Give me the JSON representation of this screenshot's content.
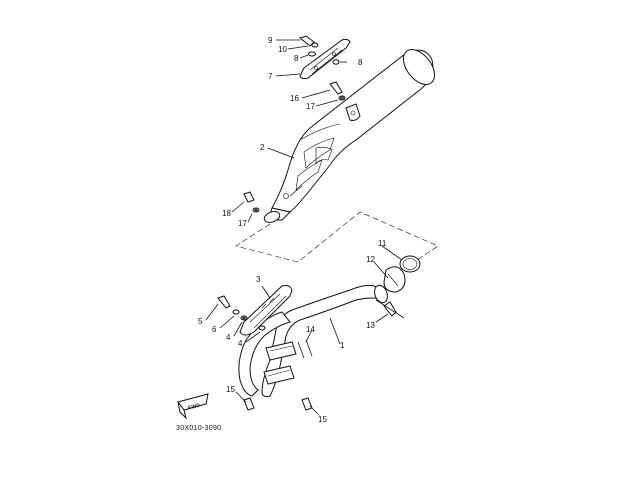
{
  "diagram_code": "30X010-3090",
  "fwd_label": "FWD",
  "callouts": {
    "c9": "9",
    "c10": "10",
    "c8a": "8",
    "c8b": "8",
    "c7": "7",
    "c16": "16",
    "c17a": "17",
    "c2": "2",
    "c18": "18",
    "c17b": "17",
    "c11": "11",
    "c12": "12",
    "c13": "13",
    "c3": "3",
    "c5": "5",
    "c6": "6",
    "c4a": "4",
    "c4b": "4",
    "c14": "14",
    "c1": "1",
    "c15a": "15",
    "c15b": "15"
  }
}
